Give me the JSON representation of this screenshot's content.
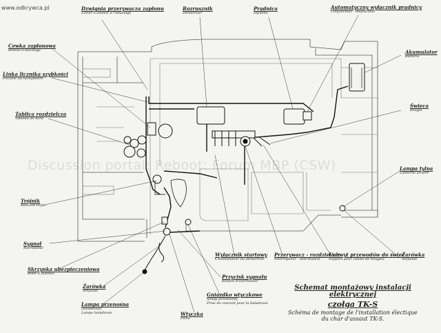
{
  "site": "www.odkrywca.pl",
  "watermark": "Discussion portal: Reboot: Forum MBP (CSW)",
  "title": {
    "pl_line1": "Schemat montażowy instalacji elektrycznej",
    "pl_line2": "czołga TK-S",
    "fr_line1": "Schéma de montage de l'installation électique",
    "fr_line2": "du char d'assaut TK-S."
  },
  "labels": {
    "dzwignia": {
      "pl": "Dzwignia przerywacza zapłonu",
      "fr": "Levier d'avance à l'allumage"
    },
    "rozrusznik": {
      "pl": "Rozrusznik",
      "fr": "Démarreur"
    },
    "pradnica": {
      "pl": "Prądnica",
      "fr": "Dynamo"
    },
    "wylacznik_auto": {
      "pl": "Automatyczny wyłącznik prądnicy",
      "fr": "Conjoncteur - disjoncteur"
    },
    "cewka": {
      "pl": "Cewka zapłonowa",
      "fr": "Bobine d'allumage"
    },
    "akumulator": {
      "pl": "Akumulator",
      "fr": "Batterie"
    },
    "linka": {
      "pl": "Linka licznika szybkości",
      "fr": "Flexible du tachymètre"
    },
    "swieca": {
      "pl": "Świeca",
      "fr": "Bougie"
    },
    "tablica": {
      "pl": "Tablica rozdzielcza",
      "fr": "Tableau de bord"
    },
    "lampa_tylna": {
      "pl": "Lampa tylna",
      "fr": "Lanterne arrière"
    },
    "trojnik": {
      "pl": "Trójnik",
      "fr": "Raccord triple"
    },
    "zarowka_r": {
      "pl": "Żarówka",
      "fr": "Ampoule"
    },
    "sygnal": {
      "pl": "Sygnał",
      "fr": "Avertisseur"
    },
    "wylacznik_starter": {
      "pl": "Wyłącznik startowy",
      "fr": "Commutateur du démarreur"
    },
    "przerywacz": {
      "pl": "Przerywacz - rozdzielacz",
      "fr": "Interrupteur - distributeur"
    },
    "uchwyt": {
      "pl": "Uchwyt przewodów do świec",
      "fr": "Support pour câbles de bougies"
    },
    "skrzynka": {
      "pl": "Skrzynka ubezpieczeniowa",
      "fr": "Boîte à fusibles"
    },
    "zarowka_l": {
      "pl": "Żarówka",
      "fr": "Ampoule"
    },
    "lampa_przen": {
      "pl": "Lampa przenośna",
      "pl2": "(baladeuse)",
      "fr": "Lampe baladeuse"
    },
    "przycisk": {
      "pl": "Przycisk sygnału",
      "fr": "Bouton d'avertisseur"
    },
    "gniazdko": {
      "pl": "Gniazdko wtyczkowe",
      "pl2": "lampy przenośnej",
      "fr": "Prise de courant pour la baladeuse"
    },
    "wtyczka": {
      "pl": "Wtyczka",
      "fr": "Fiche"
    }
  },
  "colors": {
    "paper": "#f4f4f1",
    "ink": "#222222",
    "pencil": "#555555",
    "watermark": "#dcdcd8"
  }
}
